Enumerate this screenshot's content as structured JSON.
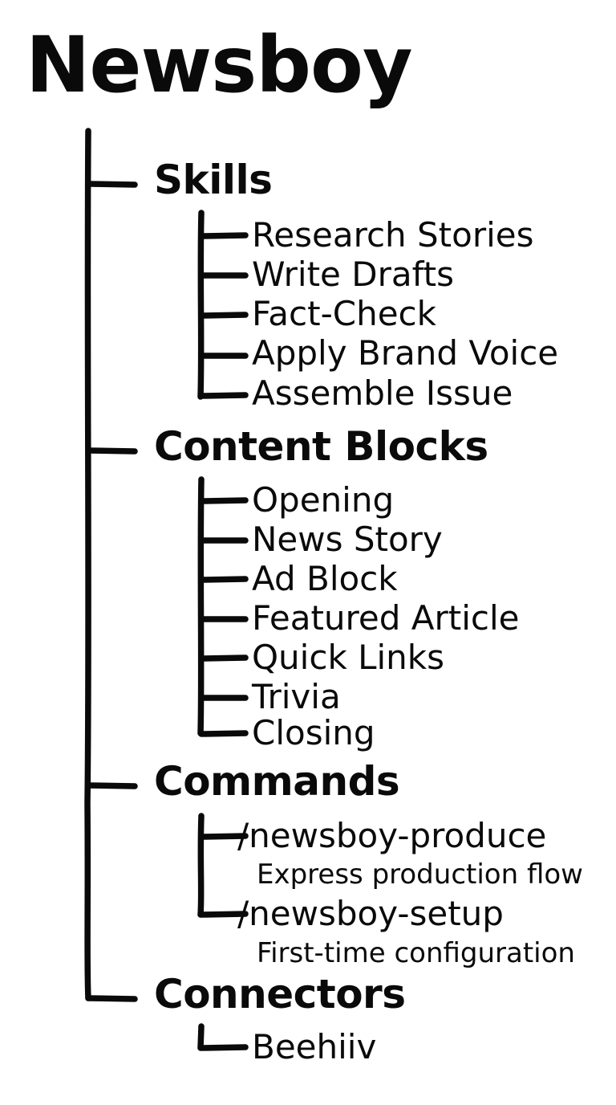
{
  "diagram": {
    "type": "ascii-tree",
    "style": "hand-drawn-marker",
    "colors": {
      "background": "#ffffff",
      "ink": "#0a0a0a"
    },
    "root": {
      "label": "Newsboy"
    },
    "sections": [
      {
        "id": "skills",
        "label": "Skills",
        "items": [
          {
            "label": "Research Stories"
          },
          {
            "label": "Write Drafts"
          },
          {
            "label": "Fact-Check"
          },
          {
            "label": "Apply Brand Voice"
          },
          {
            "label": "Assemble Issue"
          }
        ]
      },
      {
        "id": "content-blocks",
        "label": "Content Blocks",
        "items": [
          {
            "label": "Opening"
          },
          {
            "label": "News Story"
          },
          {
            "label": "Ad Block"
          },
          {
            "label": "Featured Article"
          },
          {
            "label": "Quick Links"
          },
          {
            "label": "Trivia"
          },
          {
            "label": "Closing"
          }
        ]
      },
      {
        "id": "commands",
        "label": "Commands",
        "items": [
          {
            "label": "/newsboy-produce",
            "description": "Express production flow"
          },
          {
            "label": "/newsboy-setup",
            "description": "First-time configuration"
          }
        ]
      },
      {
        "id": "connectors",
        "label": "Connectors",
        "items": [
          {
            "label": "Beehiiv"
          }
        ]
      }
    ]
  }
}
